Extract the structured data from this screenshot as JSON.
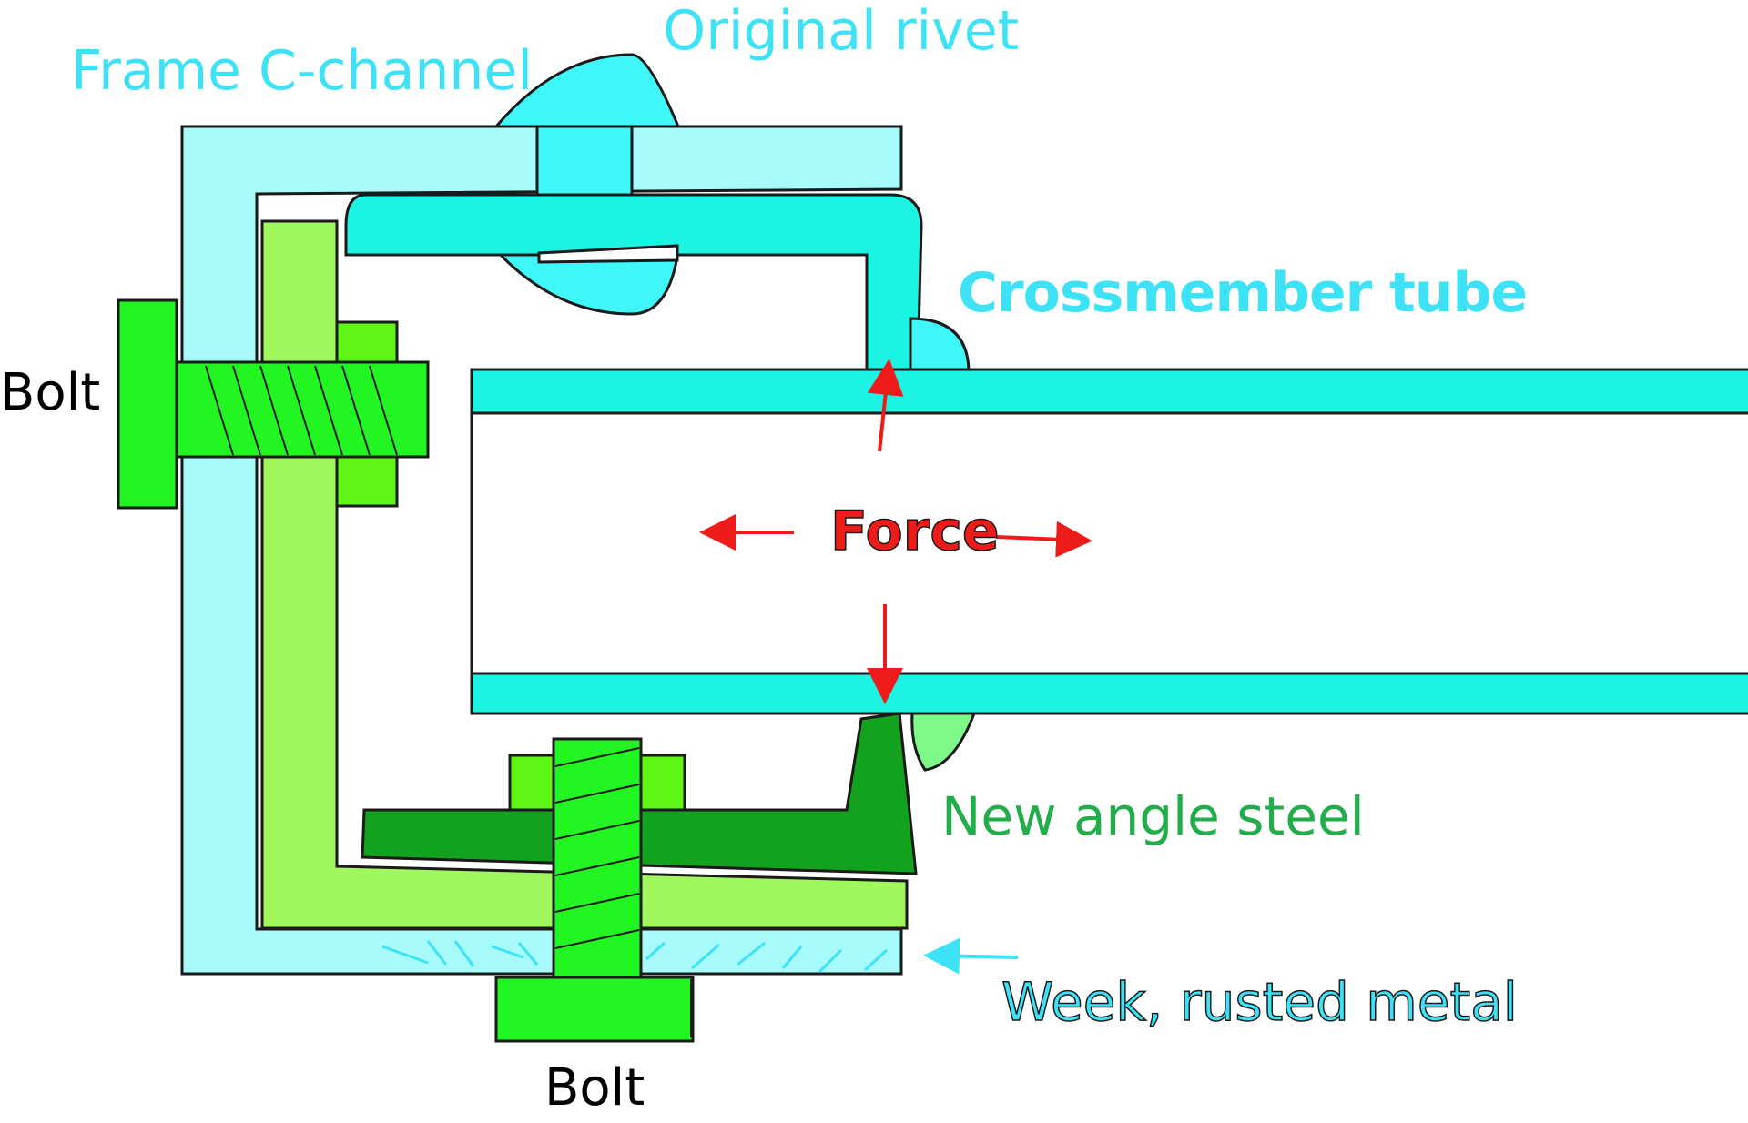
{
  "labels": {
    "frame_c_channel": "Frame C-channel",
    "original_rivet": "Original rivet",
    "crossmember_tube": "Crossmember tube",
    "force": "Force",
    "bolt_top": "Bolt",
    "bolt_bottom": "Bolt",
    "new_angle_steel": "New angle steel",
    "rusted_metal": "Week, rusted metal"
  },
  "colors": {
    "frame": "#a8fbfb",
    "tube": "#1cf3e3",
    "rivet": "#3ff6f9",
    "label_cyan": "#3ee2f6",
    "bolt": "#22f522",
    "bolt_dark": "#4ee84a",
    "angle_light": "#a0f85e",
    "angle_dark": "#13a21d",
    "nut": "#5ff515",
    "weld_green": "#7ef889",
    "force_red": "#ee1b1b",
    "label_green": "#21ad4a",
    "outline": "#1a1a1a"
  }
}
